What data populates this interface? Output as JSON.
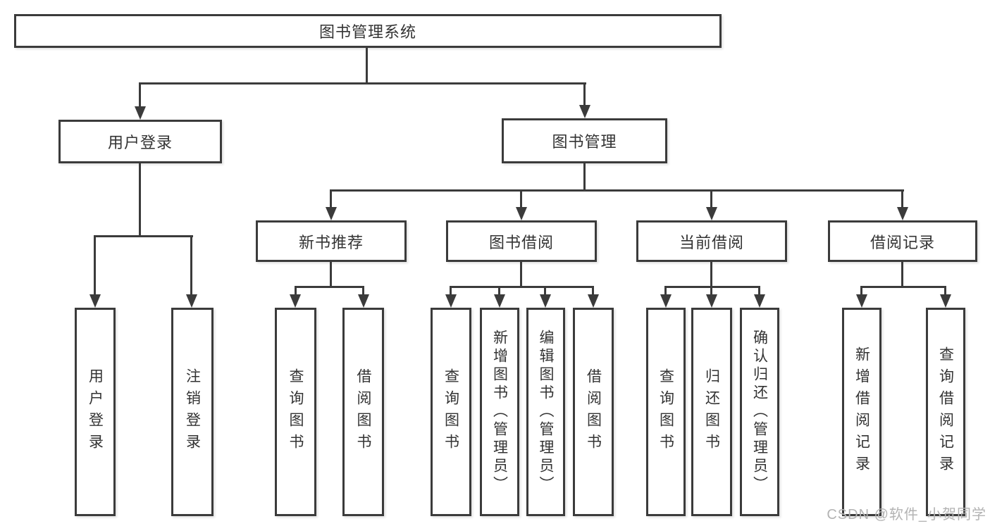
{
  "tree": {
    "label": "图书管理系统",
    "children": [
      {
        "label": "用户登录",
        "children": [
          {
            "label": "用户登录"
          },
          {
            "label": "注销登录"
          }
        ]
      },
      {
        "label": "图书管理",
        "children": [
          {
            "label": "新书推荐",
            "children": [
              {
                "label": "查询图书"
              },
              {
                "label": "借阅图书"
              }
            ]
          },
          {
            "label": "图书借阅",
            "children": [
              {
                "label": "查询图书"
              },
              {
                "label": "新增图书（管理员）"
              },
              {
                "label": "编辑图书（管理员）"
              },
              {
                "label": "借阅图书"
              }
            ]
          },
          {
            "label": "当前借阅",
            "children": [
              {
                "label": "查询图书"
              },
              {
                "label": "归还图书"
              },
              {
                "label": "确认归还（管理员）"
              }
            ]
          },
          {
            "label": "借阅记录",
            "children": [
              {
                "label": "新增借阅记录"
              },
              {
                "label": "查询借阅记录"
              }
            ]
          }
        ]
      }
    ]
  },
  "watermark": {
    "text": "CSDN @软件_小贺同学"
  },
  "colors": {
    "line": "#3b3b3b",
    "box_border": "#3b3b3b",
    "box_fill": "#ffffff",
    "text": "#333333",
    "background": "#ffffff",
    "watermark": "#b3b3b3"
  }
}
